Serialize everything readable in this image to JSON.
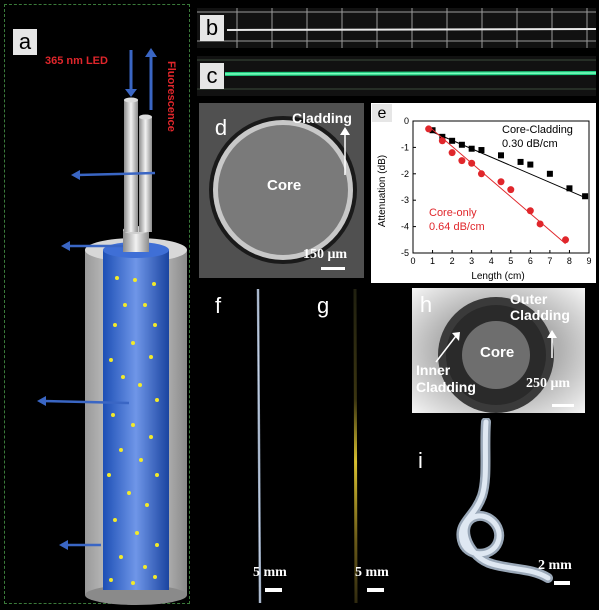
{
  "panels": {
    "a": {
      "label": "a",
      "led_text": "365 nm LED",
      "fluorescence_text": "Fluorescence"
    },
    "b": {
      "label": "b"
    },
    "c": {
      "label": "c"
    },
    "d": {
      "label": "d",
      "core_text": "Core",
      "cladding_text": "Cladding",
      "scale_text": "150 μm"
    },
    "e": {
      "label": "e"
    },
    "f": {
      "label": "f",
      "scale_text": "5 mm"
    },
    "g": {
      "label": "g",
      "scale_text": "5 mm"
    },
    "h": {
      "label": "h",
      "core_text": "Core",
      "outer_line1": "Outer",
      "outer_line2": "Cladding",
      "inner_line1": "Inner",
      "inner_line2": "Cladding",
      "scale_text": "250 μm"
    },
    "i": {
      "label": "i",
      "scale_text": "2 mm"
    }
  },
  "chart_data": {
    "type": "scatter",
    "xlabel": "Length (cm)",
    "ylabel": "Attenuation (dB)",
    "xlim": [
      0,
      9
    ],
    "ylim": [
      -5,
      0
    ],
    "xticks": [
      "0",
      "1",
      "2",
      "3",
      "4",
      "5",
      "6",
      "7",
      "8",
      "9"
    ],
    "yticks": [
      "0",
      "-1",
      "-2",
      "-3",
      "-4",
      "-5"
    ],
    "legend_placement": "inline",
    "series": [
      {
        "name": "Core-Cladding",
        "annotation": "0.30 dB/cm",
        "color": "#000000",
        "marker": "square",
        "x": [
          1.0,
          1.5,
          2.0,
          2.5,
          3.0,
          3.5,
          4.5,
          5.5,
          6.0,
          7.0,
          8.0,
          8.8
        ],
        "y": [
          -0.35,
          -0.6,
          -0.75,
          -0.9,
          -1.05,
          -1.1,
          -1.3,
          -1.55,
          -1.65,
          -2.0,
          -2.55,
          -2.85
        ],
        "fit": [
          [
            0.8,
            -0.35
          ],
          [
            8.8,
            -2.9
          ]
        ]
      },
      {
        "name": "Core-only",
        "annotation": "0.64 dB/cm",
        "color": "#e0262b",
        "marker": "circle",
        "x": [
          0.8,
          1.5,
          2.0,
          2.5,
          3.0,
          3.5,
          4.5,
          5.0,
          6.0,
          6.5,
          7.8
        ],
        "y": [
          -0.3,
          -0.75,
          -1.2,
          -1.5,
          -1.6,
          -2.0,
          -2.3,
          -2.6,
          -3.4,
          -3.9,
          -4.5
        ],
        "fit": [
          [
            0.8,
            -0.2
          ],
          [
            7.8,
            -4.65
          ]
        ]
      }
    ]
  }
}
